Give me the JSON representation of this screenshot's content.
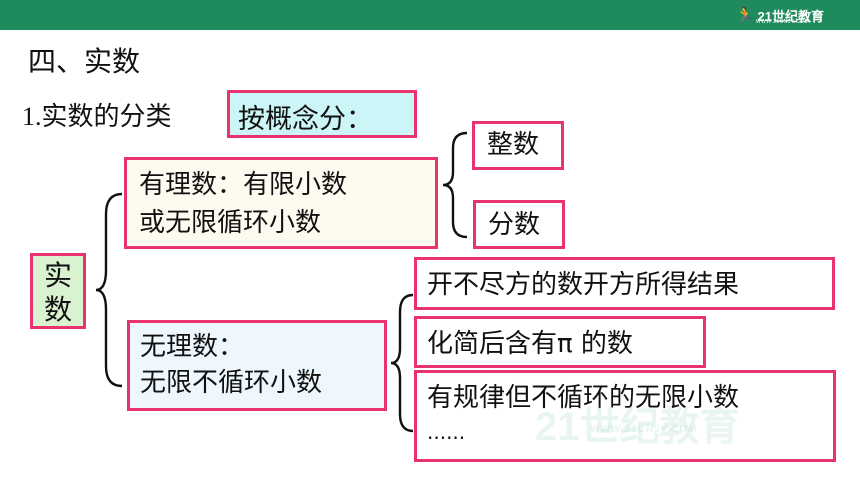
{
  "header": {
    "brand": "21世纪教育",
    "brand_tagline": "WWW.21CNJY.COM",
    "accent_color": "#1f8a5b",
    "box_border_color": "#e8336e"
  },
  "heading": "四、实数",
  "subheading": {
    "number": "1.",
    "title": "实数的分类"
  },
  "method_label": "按概念分：",
  "root": "实数",
  "rational": {
    "line1": "有理数：有限小数",
    "line2": "或无限循环小数"
  },
  "rational_children": [
    "整数",
    "分数"
  ],
  "irrational": {
    "line1": "无理数：",
    "line2": "无限不循环小数"
  },
  "irrational_children": {
    "item1": "开不尽方的数开方所得结果",
    "item2": "化简后含有π 的数",
    "item3": "有规律但不循环的无限小数",
    "item3_ellipsis": "......"
  },
  "watermark": {
    "text": "21世纪教育",
    "url": "WWW.21CNJY.COM"
  }
}
